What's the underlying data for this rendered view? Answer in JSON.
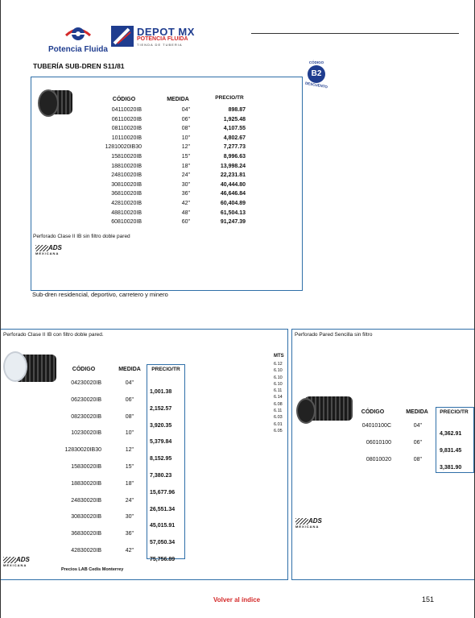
{
  "header": {
    "logo_left_name": "Potencia Fluida",
    "logo_right_title": "DEPOT MX",
    "logo_right_subtitle": "POTENCIA FLUIDA",
    "logo_right_tag": "TIENDA DE TUBERIA",
    "page_title": "TUBERÍA SUB-DREN S11/81",
    "badge_top": "CÓDIGO",
    "badge_code": "B2",
    "badge_bottom": "DESCUENTO"
  },
  "table1": {
    "col_codigo": "CÓDIGO",
    "col_medida": "MEDIDA",
    "col_precio": "PRECIO/TR",
    "codes": [
      "04110020IB",
      "06110020IB",
      "08110020IB",
      "10110020IB",
      "12810020IB30",
      "15810020IB",
      "18810020IB",
      "24810020IB",
      "30810020IB",
      "36810020IB",
      "42810020IB",
      "48810020IB",
      "60810020IB"
    ],
    "sizes": [
      "04\"",
      "06\"",
      "08\"",
      "10\"",
      "12\"",
      "15\"",
      "18\"",
      "24\"",
      "30\"",
      "36\"",
      "42\"",
      "48\"",
      "60\""
    ],
    "prices": [
      "898.87",
      "1,925.48",
      "4,107.55",
      "4,802.67",
      "7,277.73",
      "8,996.63",
      "13,998.24",
      "22,231.81",
      "40,444.80",
      "46,646.84",
      "60,404.89",
      "61,504.13",
      "91,247.39"
    ],
    "note": "Perforado Clase II IB sin filtro doble pared",
    "caption": "Sub-dren residencial, deportivo, carretero y minero"
  },
  "brand": {
    "ads": "ADS",
    "ads_sub": "MEXICANA"
  },
  "table2": {
    "title": "Perforado Clase II IB con filtro doble pared.",
    "col_codigo": "CÓDIGO",
    "col_medida": "MEDIDA",
    "col_precio": "PRECIO/TR",
    "codes": [
      "04230020IB",
      "06230020IB",
      "08230020IB",
      "10230020IB",
      "12830020IB30",
      "15830020IB",
      "18830020IB",
      "24830020IB",
      "30830020IB",
      "36830020IB",
      "42830020IB"
    ],
    "sizes": [
      "04\"",
      "06\"",
      "08\"",
      "10\"",
      "12\"",
      "15\"",
      "18\"",
      "24\"",
      "30\"",
      "36\"",
      "42\""
    ],
    "prices": [
      "1,001.38",
      "2,152.57",
      "3,920.35",
      "5,379.84",
      "8,152.95",
      "7,380.23",
      "15,677.96",
      "26,551.34",
      "45,015.91",
      "57,050.34",
      "75,756.89"
    ],
    "mts_label": "MTS",
    "mts": [
      "6.12",
      "6.10",
      "6.10",
      "6.10",
      "6.11",
      "6.14",
      "6.08",
      "6.11",
      "6.03",
      "6.01",
      "6.05"
    ],
    "footer": "Precios LAB Cedis Monterrey"
  },
  "table3": {
    "title": "Perforado Pared Sencilla sin filtro",
    "col_codigo": "CÓDIGO",
    "col_medida": "MEDIDA",
    "col_precio": "PRECIO/TR",
    "codes": [
      "04010100C",
      "06010100",
      "08010020"
    ],
    "sizes": [
      "04\"",
      "06\"",
      "08\""
    ],
    "prices": [
      "4,362.91",
      "9,831.45",
      "3,381.90"
    ]
  },
  "footer": {
    "link": "Volver al índice",
    "page_number": "151"
  },
  "colors": {
    "border": "#2f6fa8",
    "brand_blue": "#1f3d8f",
    "brand_red": "#d42a2a",
    "link_red": "#d42a2a"
  }
}
